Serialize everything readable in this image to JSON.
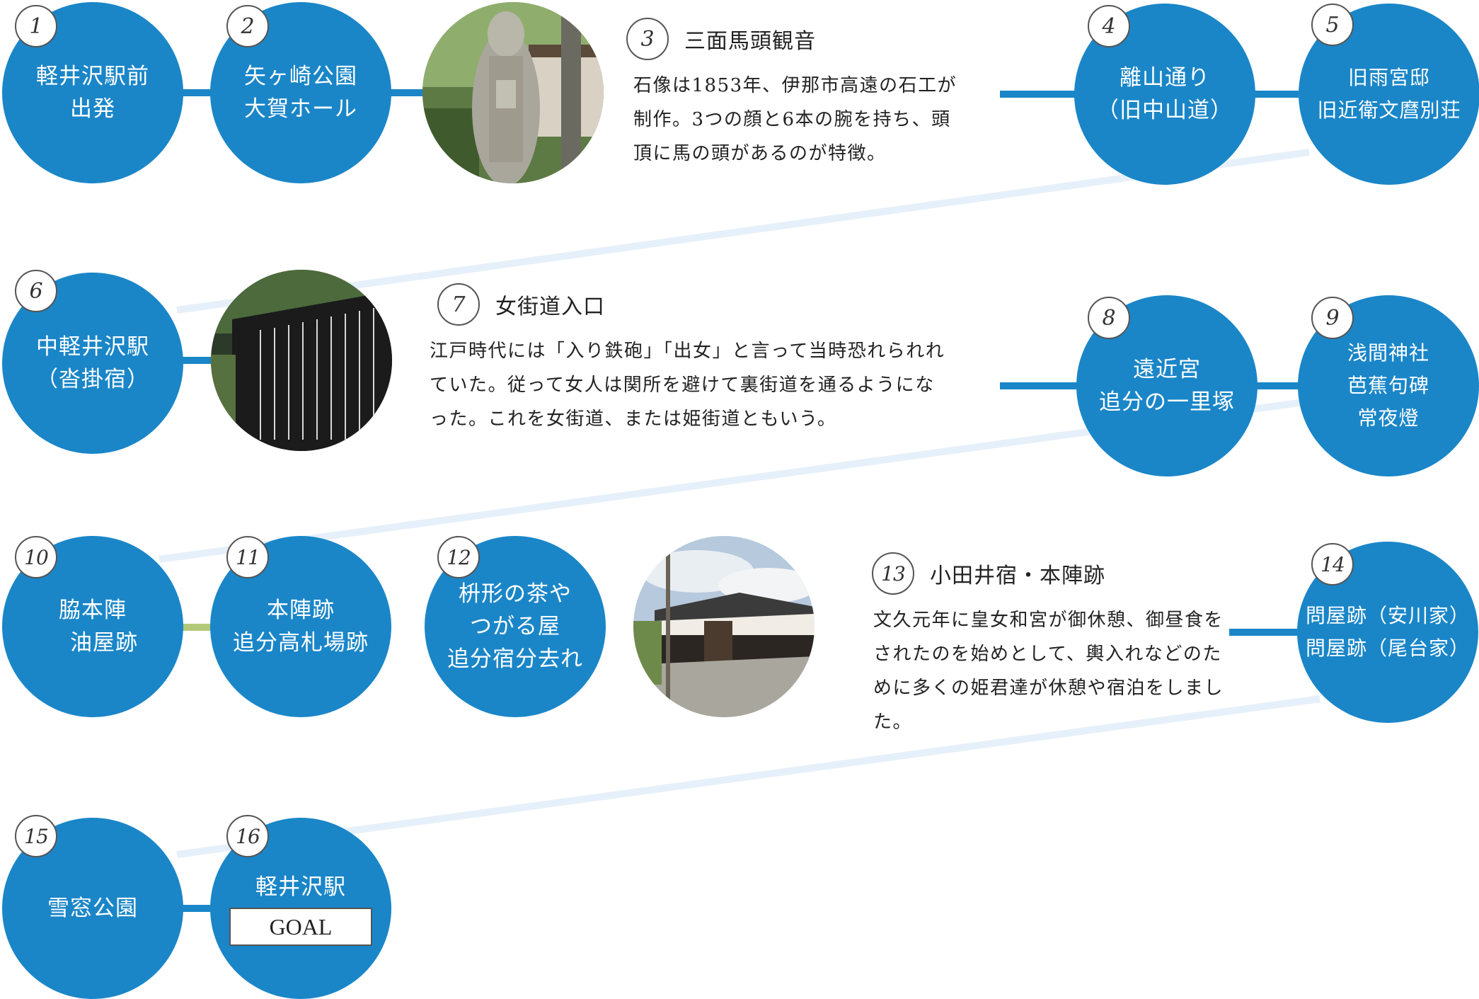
{
  "stops": [
    {
      "num": "1",
      "label": "軽井沢駅前\n出発"
    },
    {
      "num": "2",
      "label": "矢ヶ崎公園\n大賀ホール"
    },
    {
      "num": "4",
      "label": "離山通り\n（旧中山道）"
    },
    {
      "num": "5",
      "label": "旧雨宮邸\n旧近衛文麿別荘"
    },
    {
      "num": "6",
      "label": "中軽井沢駅\n（沓掛宿）"
    },
    {
      "num": "8",
      "label": "遠近宮\n追分の一里塚"
    },
    {
      "num": "9",
      "label": "浅間神社\n芭蕉句碑\n常夜燈"
    },
    {
      "num": "10",
      "label": "脇本陣\n　油屋跡"
    },
    {
      "num": "11",
      "label": "本陣跡\n追分高札場跡"
    },
    {
      "num": "12",
      "label": "枡形の茶や\nつがる屋\n追分宿分去れ"
    },
    {
      "num": "14",
      "label": "問屋跡（安川家）\n問屋跡（尾台家）"
    },
    {
      "num": "15",
      "label": "雪窓公園"
    },
    {
      "num": "16",
      "label": "軽井沢駅",
      "badge": "GOAL"
    }
  ],
  "spots": [
    {
      "num": "3",
      "title": "三面馬頭観音",
      "body": "石像は1853年、伊那市高遠の石工が\n制作。3つの顔と6本の腕を持ち、頭\n頂に馬の頭があるのが特徴。"
    },
    {
      "num": "7",
      "title": "女街道入口",
      "body": "江戸時代には「入り鉄砲」「出女」と言って当時恐れられれ\nていた。従って女人は関所を避けて裏街道を通るようにな\nった。これを女街道、または姫街道ともいう。"
    },
    {
      "num": "13",
      "title": "小田井宿・本陣跡",
      "body": "文久元年に皇女和宮が御休憩、御昼食を\nされたのを始めとして、輿入れなどのた\nめに多くの姫君達が休憩や宿泊をしまし\nた。"
    }
  ],
  "colors": {
    "stop": "#1a86c8",
    "connector": "#1a86c8",
    "return_line": "#e6f0fa",
    "green_connector": "#b3c97a"
  }
}
